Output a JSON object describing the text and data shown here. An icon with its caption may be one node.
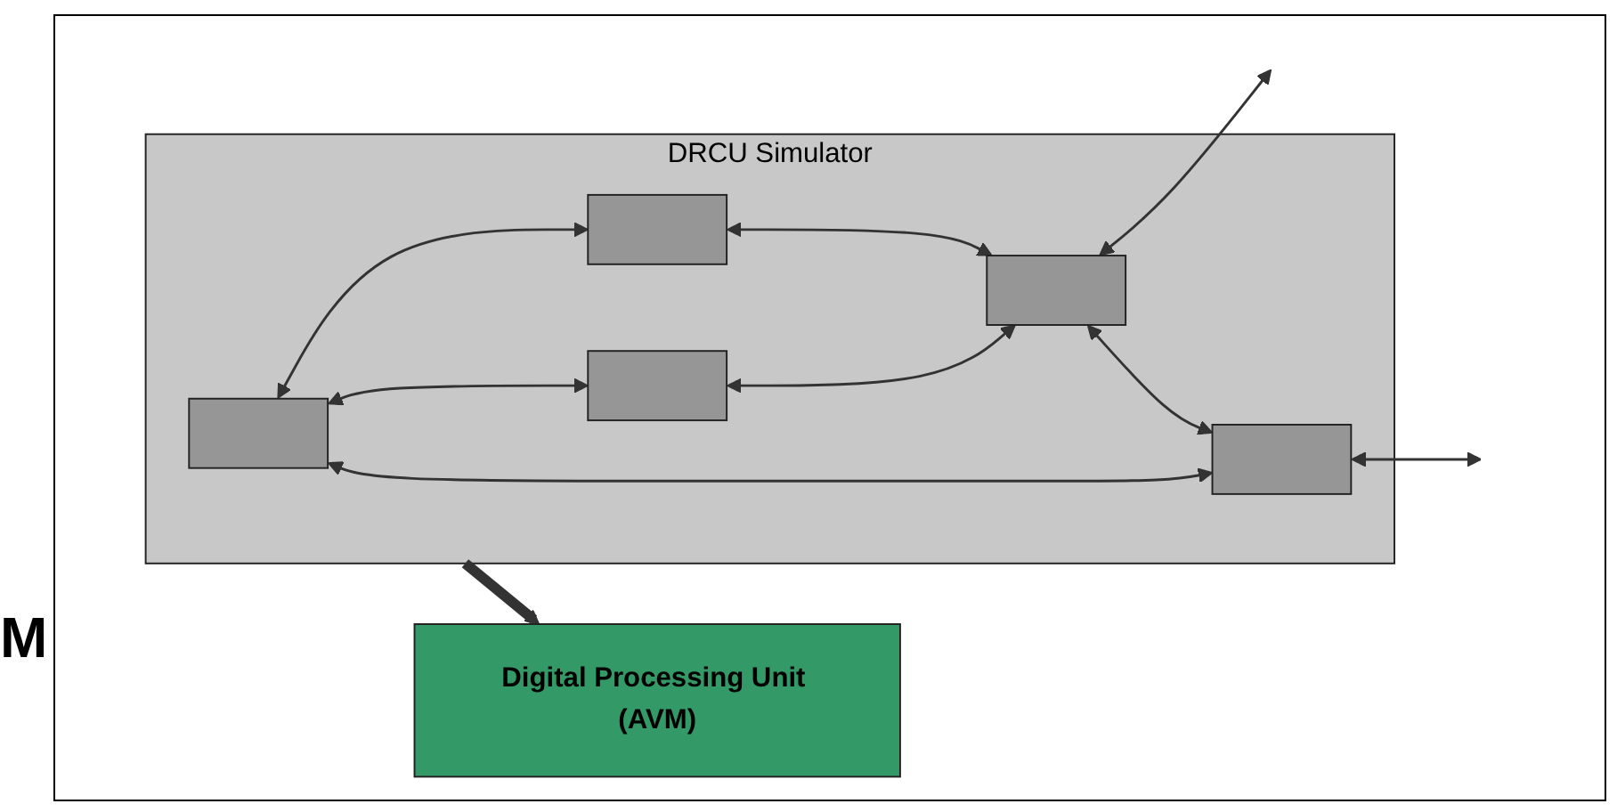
{
  "diagram": {
    "nodes": [
      {
        "text": [
          "DRCU Simulator"
        ]
      },
      {
        "text": [],
        "shape": "box",
        "in": 0
      },
      {
        "text": [],
        "shape": "box",
        "in": 0
      },
      {
        "text": [],
        "shape": "box",
        "in": 0
      },
      {
        "text": [],
        "shape": "box",
        "in": 0
      },
      {
        "text": [],
        "shape": "box",
        "in": 0
      },
      {
        "text": [
          "Digital Processing Unit (AVM)"
        ]
      }
    ],
    "edges": [
      {
        "from": 1,
        "to": 2,
        "arrow": "both"
      },
      {
        "from": 2,
        "to": 4,
        "arrow": "both"
      },
      {
        "from": 1,
        "to": 3,
        "arrow": "both"
      },
      {
        "from": 3,
        "to": 4,
        "arrow": "both"
      },
      {
        "from": 4,
        "to": null,
        "arrow": "both"
      },
      {
        "from": 4,
        "to": 5,
        "arrow": "both"
      },
      {
        "from": 1,
        "to": 5,
        "arrow": "both"
      },
      {
        "from": 5,
        "to": null,
        "arrow": "both"
      },
      {
        "from": 0,
        "to": 6,
        "arrow": "to",
        "style": "thick"
      }
    ],
    "labels": [
      "M"
    ]
  }
}
